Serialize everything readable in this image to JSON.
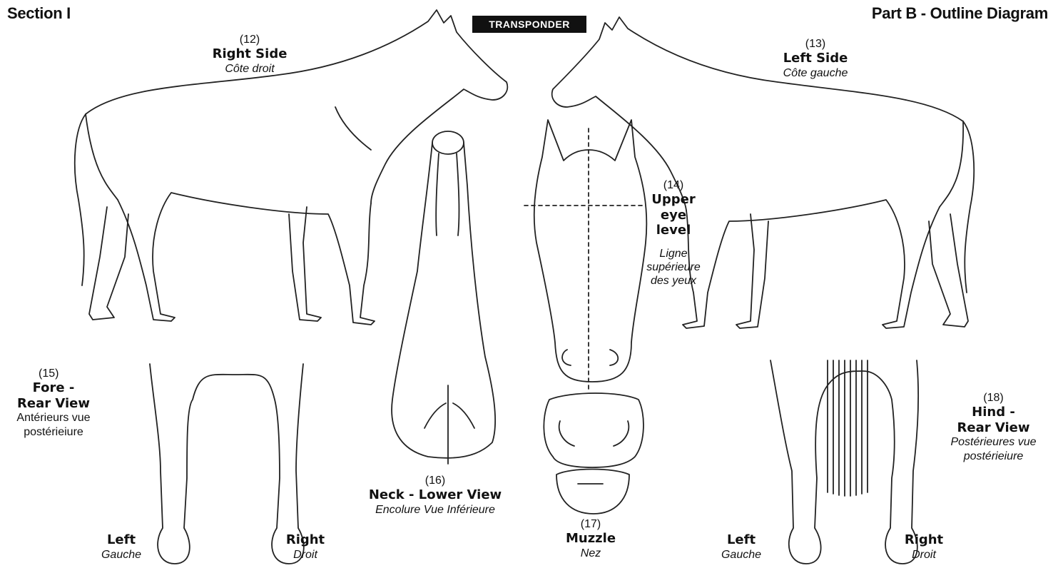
{
  "header": {
    "section": "Section I",
    "part": "Part B - Outline Diagram",
    "badge": "TRANSPONDER"
  },
  "views": {
    "right_side": {
      "number": "(12)",
      "title": "Right Side",
      "subtitle": "Côte droit"
    },
    "left_side": {
      "number": "(13)",
      "title": "Left Side",
      "subtitle": "Côte gauche"
    },
    "upper_eye": {
      "number": "(14)",
      "title_1": "Upper",
      "title_2": "eye",
      "title_3": "level",
      "sub_1": "Ligne",
      "sub_2": "supérieure",
      "sub_3": "des yeux"
    },
    "fore_rear": {
      "number": "(15)",
      "title_1": "Fore -",
      "title_2": "Rear View",
      "sub_1": "Antérieurs vue",
      "sub_2": "postérieiure",
      "left": "Left",
      "left_sub": "Gauche",
      "right": "Right",
      "right_sub": "Droit"
    },
    "neck_lower": {
      "number": "(16)",
      "title": "Neck - Lower View",
      "subtitle": "Encolure Vue Inférieure"
    },
    "muzzle": {
      "number": "(17)",
      "title": "Muzzle",
      "subtitle": "Nez"
    },
    "hind_rear": {
      "number": "(18)",
      "title_1": "Hind -",
      "title_2": "Rear View",
      "sub_1": "Postérieures vue",
      "sub_2": "postérieiure",
      "left": "Left",
      "left_sub": "Gauche",
      "right": "Right",
      "right_sub": "Droit"
    }
  }
}
